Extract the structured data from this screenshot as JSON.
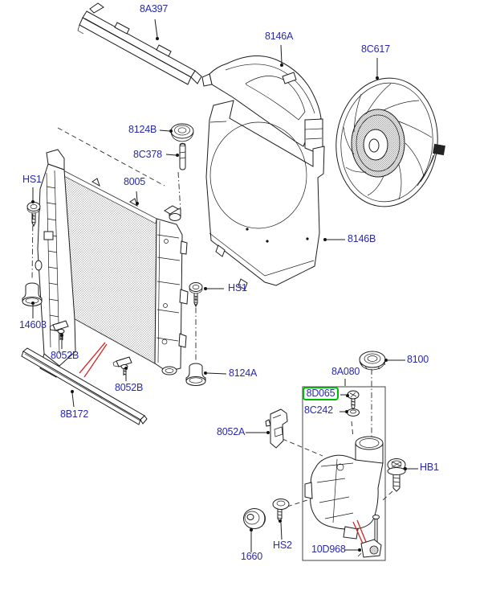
{
  "diagram": {
    "type": "exploded-parts-diagram",
    "subject": "radiator, cooling fan, shrouds and expansion tank",
    "background_color": "#ffffff",
    "label_color": "#2929b0",
    "line_color": "#1c1c1c",
    "highlight_box_color": "#00bb00",
    "red_pointer_color": "#cc3333",
    "highlighted_label": "8D065",
    "labels": {
      "part_8a397": "8A397",
      "part_8146a": "8146A",
      "part_8c617": "8C617",
      "part_8124b": "8124B",
      "part_8c378": "8C378",
      "part_8005": "8005",
      "part_hs1_left": "HS1",
      "part_14603": "14603",
      "part_8052b_left": "8052B",
      "part_8b172": "8B172",
      "part_8052b_mid": "8052B",
      "part_hs1_mid": "HS1",
      "part_8124a": "8124A",
      "part_8146b": "8146B",
      "part_8a080": "8A080",
      "part_8100": "8100",
      "part_8d065": "8D065",
      "part_8c242": "8C242",
      "part_8052a": "8052A",
      "part_hb1": "HB1",
      "part_10d968": "10D968",
      "part_1660": "1660",
      "part_hs2": "HS2"
    }
  }
}
